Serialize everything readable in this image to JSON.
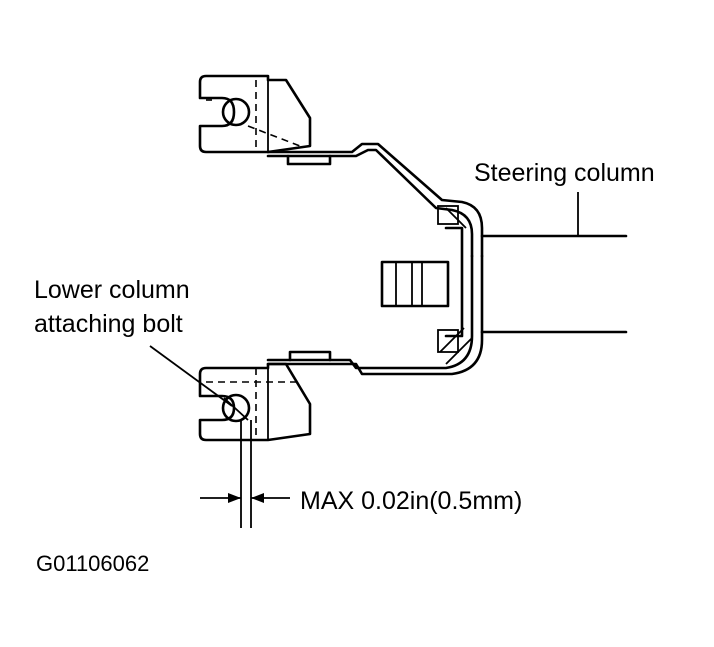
{
  "labels": {
    "steering_column": "Steering column",
    "lower_bolt_line1": "Lower column",
    "lower_bolt_line2": "attaching bolt",
    "clearance": "MAX 0.02in(0.5mm)",
    "figure_id": "G01106062"
  }
}
